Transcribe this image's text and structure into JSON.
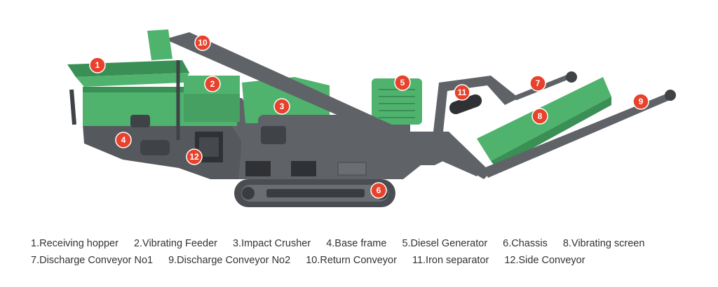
{
  "markers": [
    "1",
    "2",
    "3",
    "4",
    "5",
    "6",
    "7",
    "8",
    "9",
    "10",
    "11",
    "12"
  ],
  "legend": {
    "row1": [
      "1.Receiving hopper",
      "2.Vibrating Feeder",
      "3.Impact Crusher",
      "4.Base frame",
      "5.Diesel Generator",
      "6.Chassis",
      "8.Vibrating screen"
    ],
    "row2": [
      "7.Discharge Conveyor No1",
      "9.Discharge Conveyor No2",
      "10.Return Conveyor",
      "11.Iron separator",
      "12.Side Conveyor"
    ]
  },
  "colors": {
    "machine_green": "#4fb36e",
    "machine_green_dark": "#3a8f55",
    "frame_gray": "#5f6368",
    "frame_gray_dark": "#3f4246",
    "marker_red": "#e8412c",
    "legend_text": "#333333"
  }
}
